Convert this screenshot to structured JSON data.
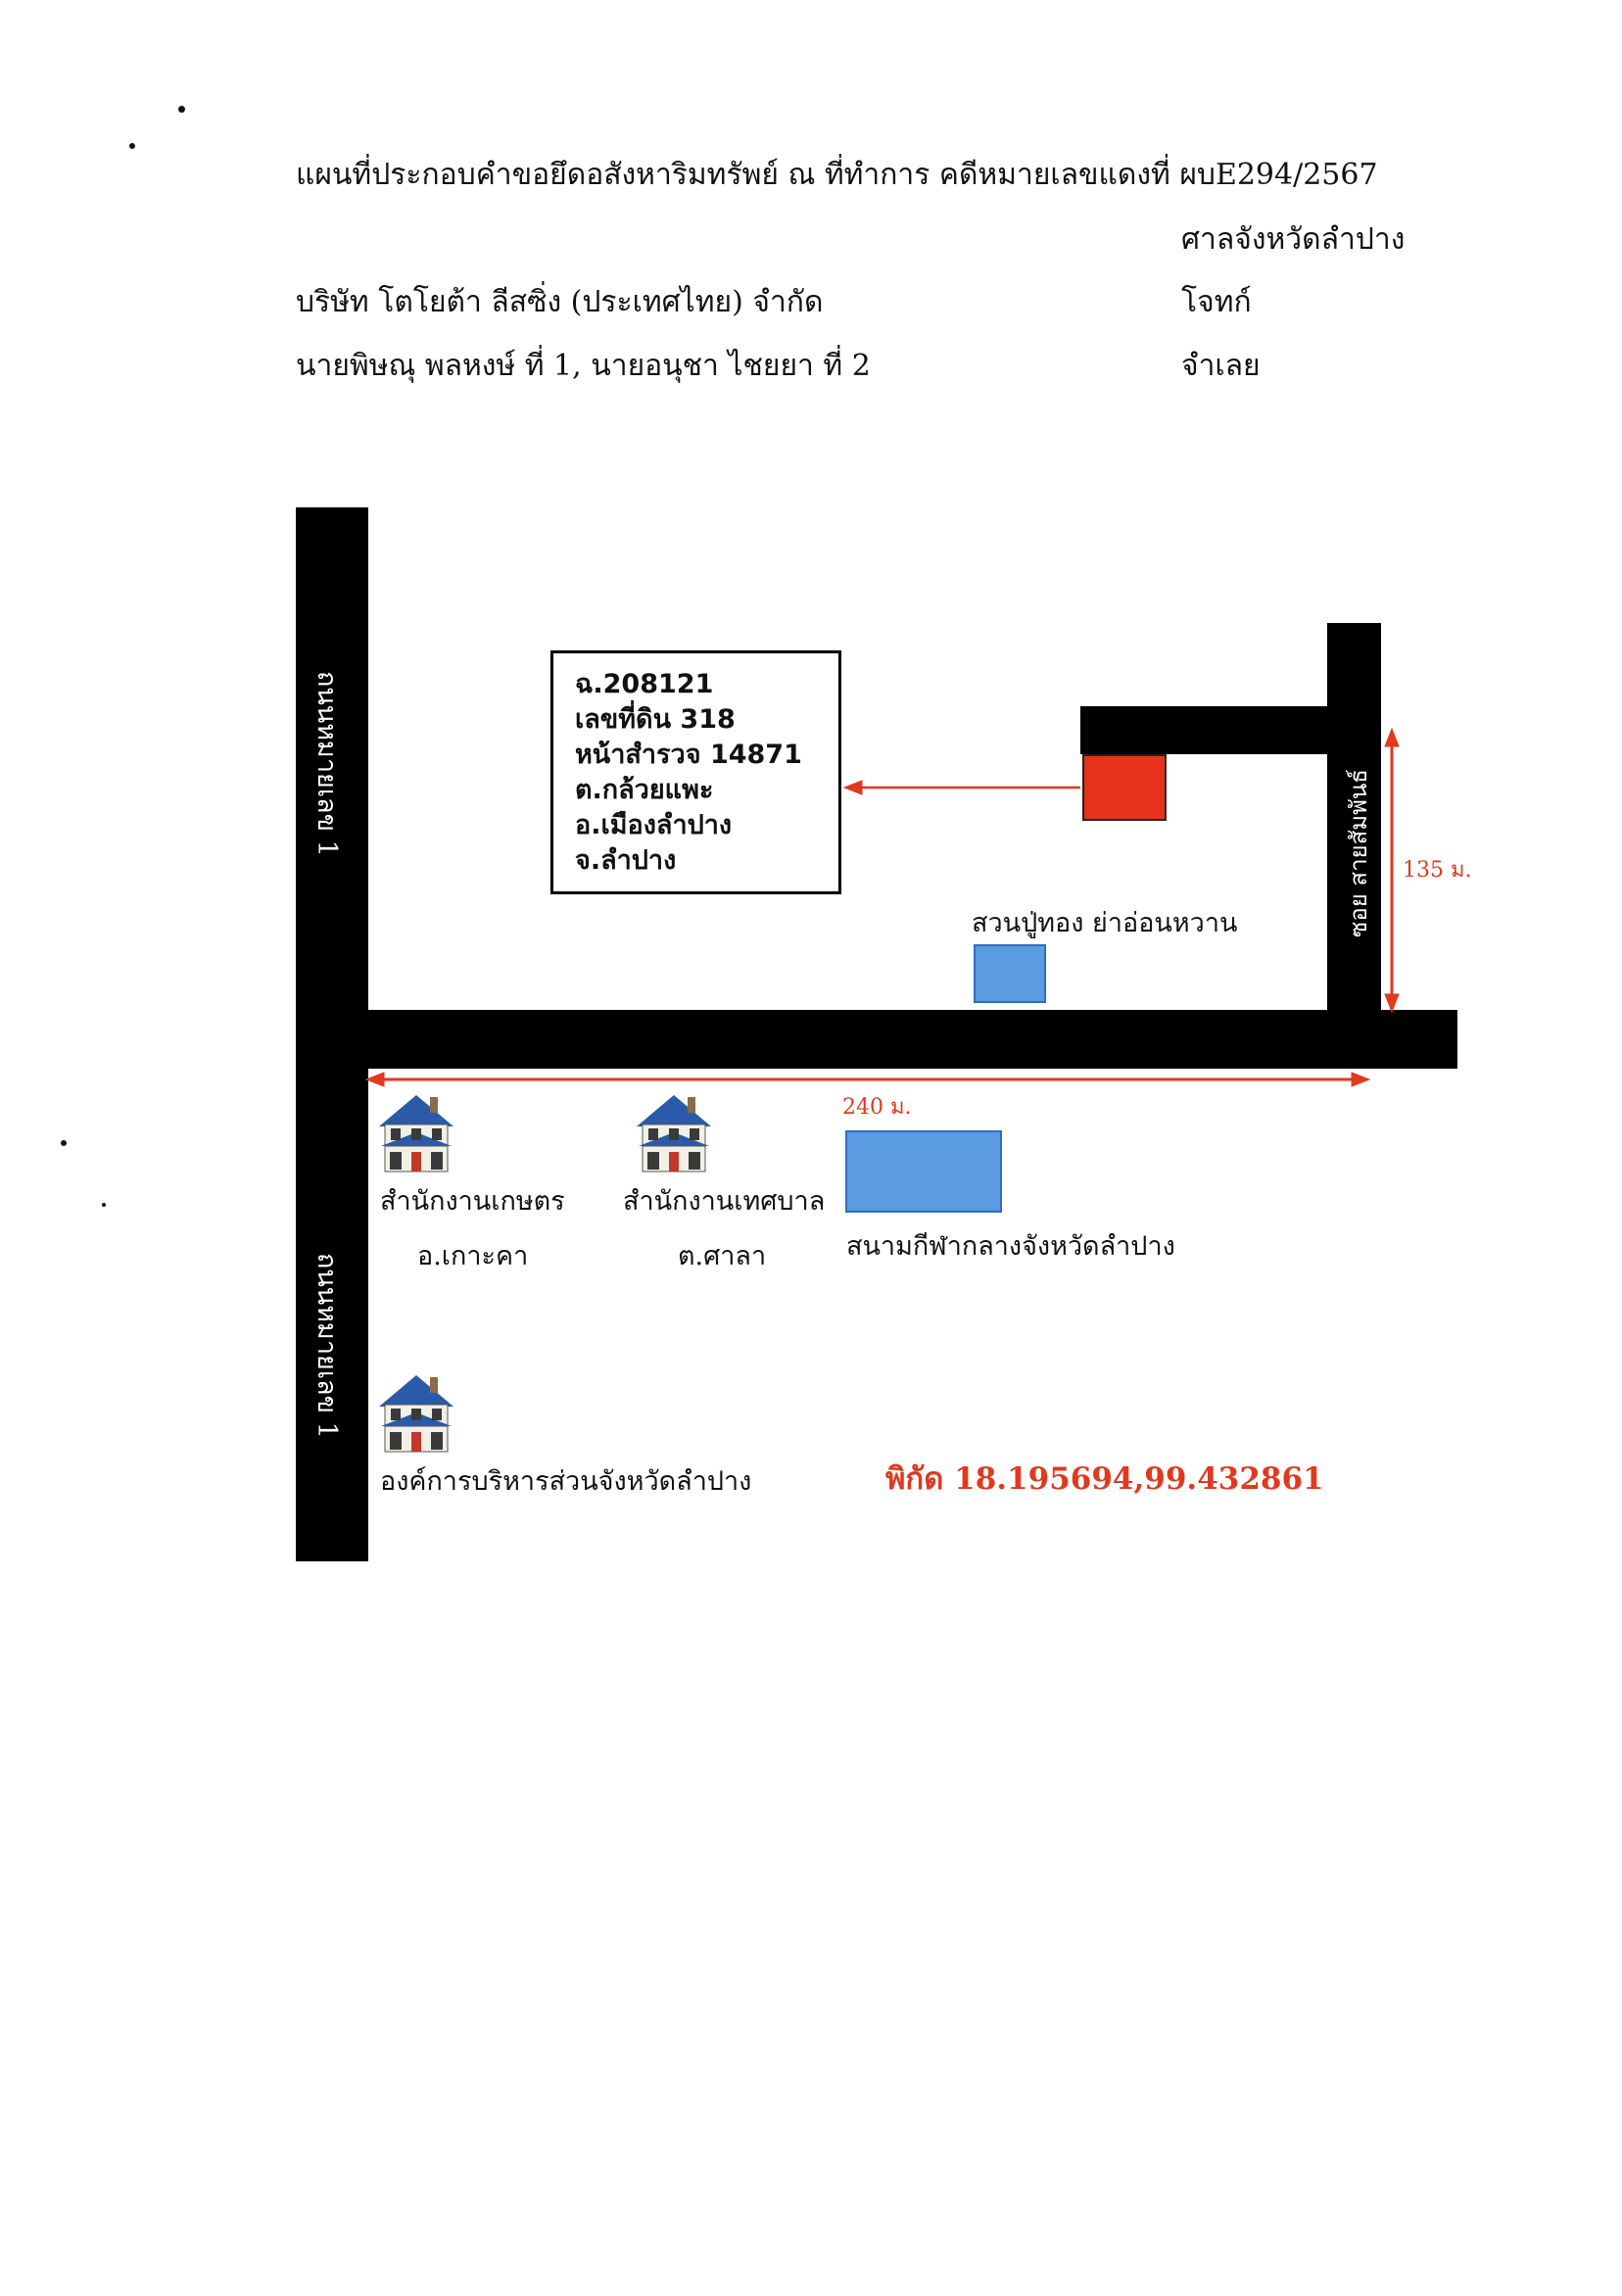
{
  "header": {
    "title": "แผนที่ประกอบคำขอยึดอสังหาริมทรัพย์ ณ ที่ทำการ คดีหมายเลขแดงที่ ผบE294/2567",
    "court": "ศาลจังหวัดลำปาง",
    "plaintiff_name": "บริษัท โตโยต้า ลีสซิ่ง (ประเทศไทย) จำกัด",
    "plaintiff_role": "โจทก์",
    "defendant_name": "นายพิษณุ พลหงษ์ ที่ 1, นายอนุชา ไชยยา ที่ 2",
    "defendant_role": "จำเลย"
  },
  "map": {
    "road_main_top": "ถนนหมายเลข 1",
    "road_main_bottom": "ถนนหมายเลข 1",
    "road_soi": "ซอย สายสัมพันธ์",
    "parcel": {
      "lines": [
        "ฉ.208121",
        "เลขที่ดิน 318",
        "หน้าสำรวจ 14871",
        "ต.กล้วยแพะ",
        "อ.เมืองลำปาง",
        "จ.ลำปาง"
      ],
      "color": "#e8321c"
    },
    "distance_vertical": "135 ม.",
    "distance_horizontal": "240 ม.",
    "landmarks": {
      "garden": "สวนปู่ทอง ย่าอ่อนหวาน",
      "stadium": "สนามกีฬากลางจังหวัดลำปาง",
      "agri_office_line1": "สำนักงานเกษตร",
      "agri_office_line2": "อ.เกาะคา",
      "municipal_office_line1": "สำนักงานเทศบาล",
      "municipal_office_line2": "ต.ศาลา",
      "pao": "องค์การบริหารส่วนจังหวัดลำปาง"
    },
    "coordinates": "พิกัด 18.195694,99.432861",
    "colors": {
      "road": "#000000",
      "arrow": "#e0391f",
      "blue_box": "#5b9be0"
    }
  }
}
